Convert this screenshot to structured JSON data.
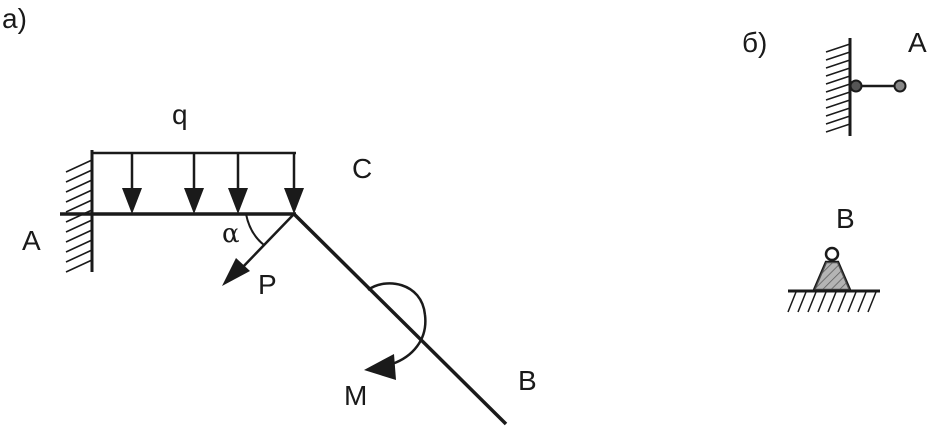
{
  "part_a": {
    "label": "а)",
    "load_label": "q",
    "point_a": "A",
    "point_b": "B",
    "point_c": "C",
    "angle_label": "α",
    "force_label": "P",
    "moment_label": "M"
  },
  "part_b": {
    "label": "б)",
    "support_a_label": "A",
    "support_b_label": "B"
  }
}
